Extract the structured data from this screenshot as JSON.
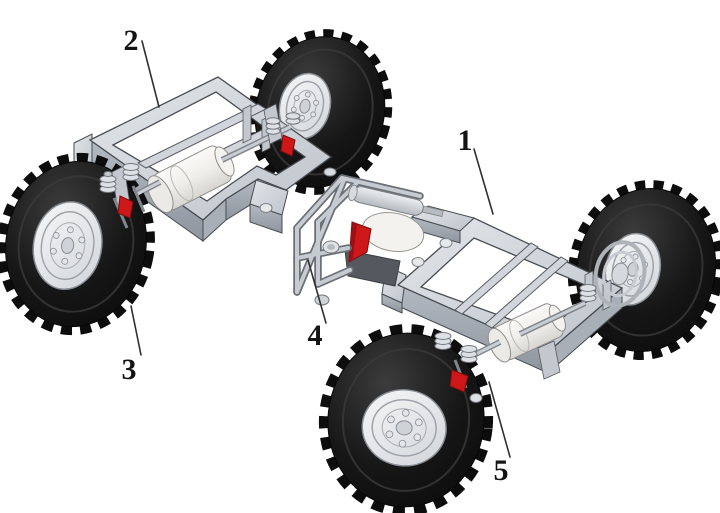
{
  "figure": {
    "kind": "isometric-cad-diagram",
    "subject": "articulated-chassis-with-four-wheels"
  },
  "callouts": [
    {
      "label": "1"
    },
    {
      "label": "2"
    },
    {
      "label": "3"
    },
    {
      "label": "4"
    },
    {
      "label": "5"
    }
  ],
  "palette": {
    "background": "#ffffff",
    "frame_gray": "#ccd1d9",
    "frame_edge": "#474c52",
    "tire_black": "#141414",
    "rim_gray": "#e8eaec",
    "tank_white": "#f2f1ed",
    "accent_red": "#cd1719",
    "label_color": "#141414"
  }
}
